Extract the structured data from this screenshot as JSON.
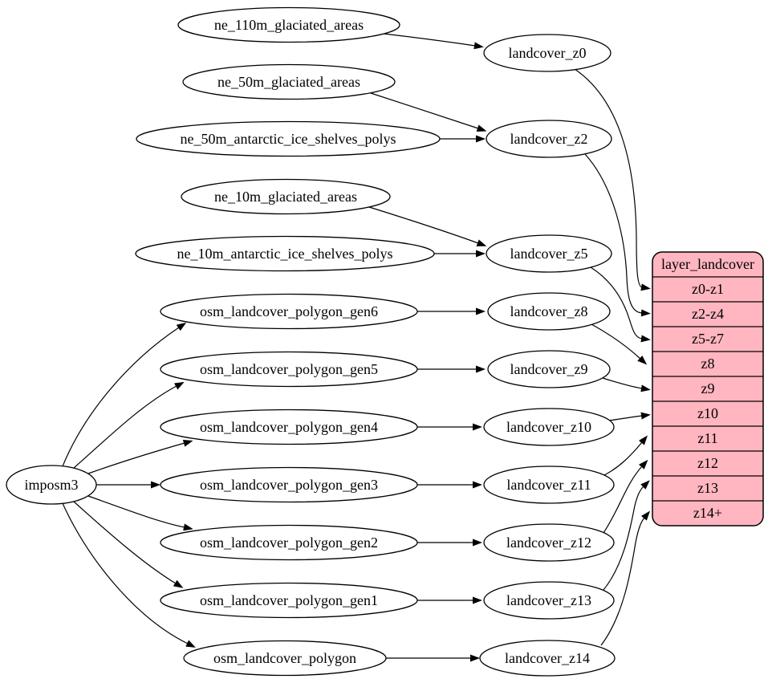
{
  "colors": {
    "background": "#ffffff",
    "node_fill": "#ffffff",
    "stroke": "#000000",
    "text": "#000000",
    "table_fill": "#ffb6c1"
  },
  "nodes": {
    "imposm3": {
      "label": "imposm3"
    },
    "ne110": {
      "label": "ne_110m_glaciated_areas"
    },
    "ne50g": {
      "label": "ne_50m_glaciated_areas"
    },
    "ne50a": {
      "label": "ne_50m_antarctic_ice_shelves_polys"
    },
    "ne10g": {
      "label": "ne_10m_glaciated_areas"
    },
    "ne10a": {
      "label": "ne_10m_antarctic_ice_shelves_polys"
    },
    "g6": {
      "label": "osm_landcover_polygon_gen6"
    },
    "g5": {
      "label": "osm_landcover_polygon_gen5"
    },
    "g4": {
      "label": "osm_landcover_polygon_gen4"
    },
    "g3": {
      "label": "osm_landcover_polygon_gen3"
    },
    "g2": {
      "label": "osm_landcover_polygon_gen2"
    },
    "g1": {
      "label": "osm_landcover_polygon_gen1"
    },
    "poly": {
      "label": "osm_landcover_polygon"
    },
    "z0": {
      "label": "landcover_z0"
    },
    "z2": {
      "label": "landcover_z2"
    },
    "z5": {
      "label": "landcover_z5"
    },
    "z8": {
      "label": "landcover_z8"
    },
    "z9": {
      "label": "landcover_z9"
    },
    "z10": {
      "label": "landcover_z10"
    },
    "z11": {
      "label": "landcover_z11"
    },
    "z12": {
      "label": "landcover_z12"
    },
    "z13": {
      "label": "landcover_z13"
    },
    "z14": {
      "label": "landcover_z14"
    }
  },
  "table": {
    "title": "layer_landcover",
    "rows": [
      "z0-z1",
      "z2-z4",
      "z5-z7",
      "z8",
      "z9",
      "z10",
      "z11",
      "z12",
      "z13",
      "z14+"
    ]
  },
  "edges": [
    {
      "from": "ne_110m_glaciated_areas",
      "to": "landcover_z0"
    },
    {
      "from": "ne_50m_glaciated_areas",
      "to": "landcover_z2"
    },
    {
      "from": "ne_50m_antarctic_ice_shelves_polys",
      "to": "landcover_z2"
    },
    {
      "from": "ne_10m_glaciated_areas",
      "to": "landcover_z5"
    },
    {
      "from": "ne_10m_antarctic_ice_shelves_polys",
      "to": "landcover_z5"
    },
    {
      "from": "imposm3",
      "to": "osm_landcover_polygon_gen6"
    },
    {
      "from": "imposm3",
      "to": "osm_landcover_polygon_gen5"
    },
    {
      "from": "imposm3",
      "to": "osm_landcover_polygon_gen4"
    },
    {
      "from": "imposm3",
      "to": "osm_landcover_polygon_gen3"
    },
    {
      "from": "imposm3",
      "to": "osm_landcover_polygon_gen2"
    },
    {
      "from": "imposm3",
      "to": "osm_landcover_polygon_gen1"
    },
    {
      "from": "imposm3",
      "to": "osm_landcover_polygon"
    },
    {
      "from": "osm_landcover_polygon_gen6",
      "to": "landcover_z8"
    },
    {
      "from": "osm_landcover_polygon_gen5",
      "to": "landcover_z9"
    },
    {
      "from": "osm_landcover_polygon_gen4",
      "to": "landcover_z10"
    },
    {
      "from": "osm_landcover_polygon_gen3",
      "to": "landcover_z11"
    },
    {
      "from": "osm_landcover_polygon_gen2",
      "to": "landcover_z12"
    },
    {
      "from": "osm_landcover_polygon_gen1",
      "to": "landcover_z13"
    },
    {
      "from": "osm_landcover_polygon",
      "to": "landcover_z14"
    },
    {
      "from": "landcover_z0",
      "to": "layer_landcover:z0-z1"
    },
    {
      "from": "landcover_z2",
      "to": "layer_landcover:z2-z4"
    },
    {
      "from": "landcover_z5",
      "to": "layer_landcover:z5-z7"
    },
    {
      "from": "landcover_z8",
      "to": "layer_landcover:z8"
    },
    {
      "from": "landcover_z9",
      "to": "layer_landcover:z9"
    },
    {
      "from": "landcover_z10",
      "to": "layer_landcover:z10"
    },
    {
      "from": "landcover_z11",
      "to": "layer_landcover:z11"
    },
    {
      "from": "landcover_z12",
      "to": "layer_landcover:z12"
    },
    {
      "from": "landcover_z13",
      "to": "layer_landcover:z13"
    },
    {
      "from": "landcover_z14",
      "to": "layer_landcover:z14+"
    }
  ]
}
